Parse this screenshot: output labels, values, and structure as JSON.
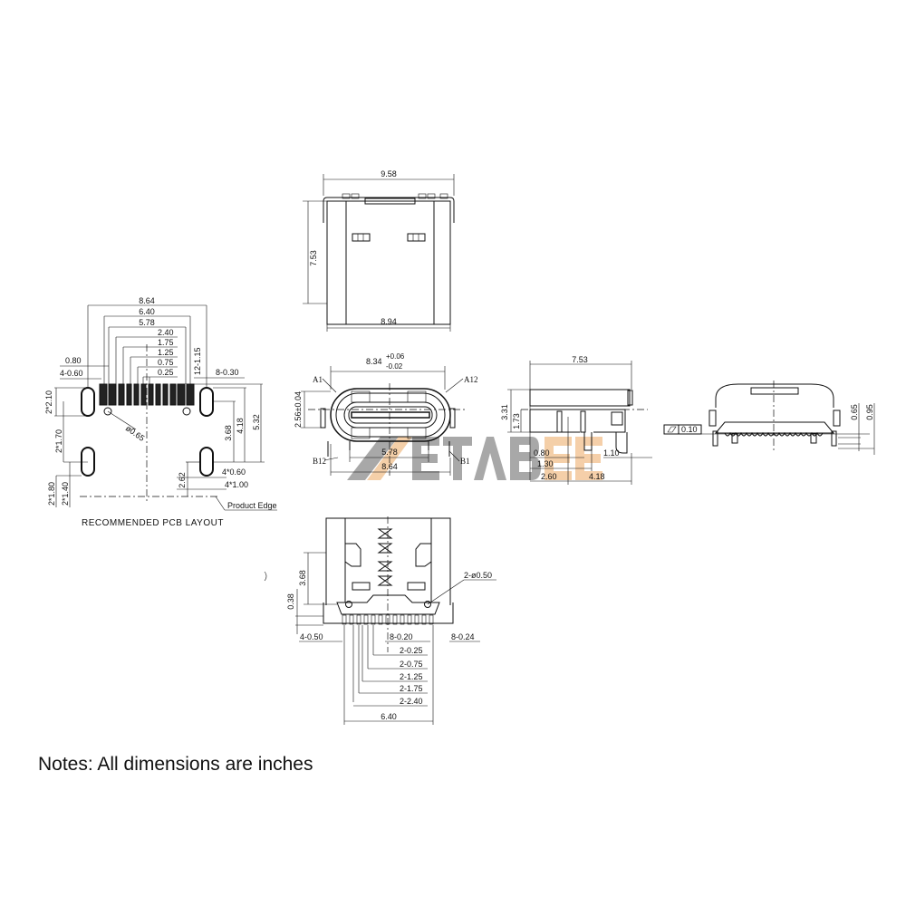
{
  "logo": {
    "text": "ZETABEE",
    "gray": "#9a9a9a",
    "orange": "#f3c79a"
  },
  "top_view": {
    "width_top": "9.58",
    "height": "7.53",
    "width_bottom": "8.94"
  },
  "pcb": {
    "d864": "8.64",
    "d640": "6.40",
    "d578": "5.78",
    "d240": "2.40",
    "d175": "1.75",
    "d125": "1.25",
    "d075": "0.75",
    "d025": "0.25",
    "d080": "0.80",
    "d4060": "4-0.60",
    "d12115": "12-1.15",
    "d8030": "8-0.30",
    "d210": "2*2.10",
    "d170": "2*1.70",
    "d180": "2*1.80",
    "d140": "2*1.40",
    "phi065": "ø0.65",
    "d368": "3.68",
    "d418": "4.18",
    "d532": "5.32",
    "d262": "2.62",
    "d4x060": "4*0.60",
    "d4x100": "4*1.00",
    "product_edge": "Product Edge",
    "title": "RECOMMENDED PCB LAYOUT"
  },
  "front_view": {
    "width": "8.34",
    "tol_plus": "+0.06",
    "tol_minus": "-0.02",
    "height": "2.56±0.04",
    "a1": "A1",
    "a12": "A12",
    "b12": "B12",
    "b1": "B1",
    "d578": "5.78",
    "d864": "8.64"
  },
  "side_view": {
    "d753": "7.53",
    "d331": "3.31",
    "d173": "1.73",
    "d080": "0.80",
    "d130": "1.30",
    "d260": "2.60",
    "d110": "1.10",
    "d418": "4.18"
  },
  "right_view": {
    "flatness": "0.10",
    "d065": "0.65",
    "d095": "0.95"
  },
  "bottom_view": {
    "d368": "3.68",
    "d038": "0.38",
    "phi050": "2-ø0.50",
    "d4050": "4-0.50",
    "d8020": "8-0.20",
    "d8024": "8-0.24",
    "d2025": "2-0.25",
    "d2075": "2-0.75",
    "d2125": "2-1.25",
    "d2175": "2-1.75",
    "d2240": "2-2.40",
    "d640": "6.40"
  },
  "notes": "Notes: All dimensions are inches"
}
